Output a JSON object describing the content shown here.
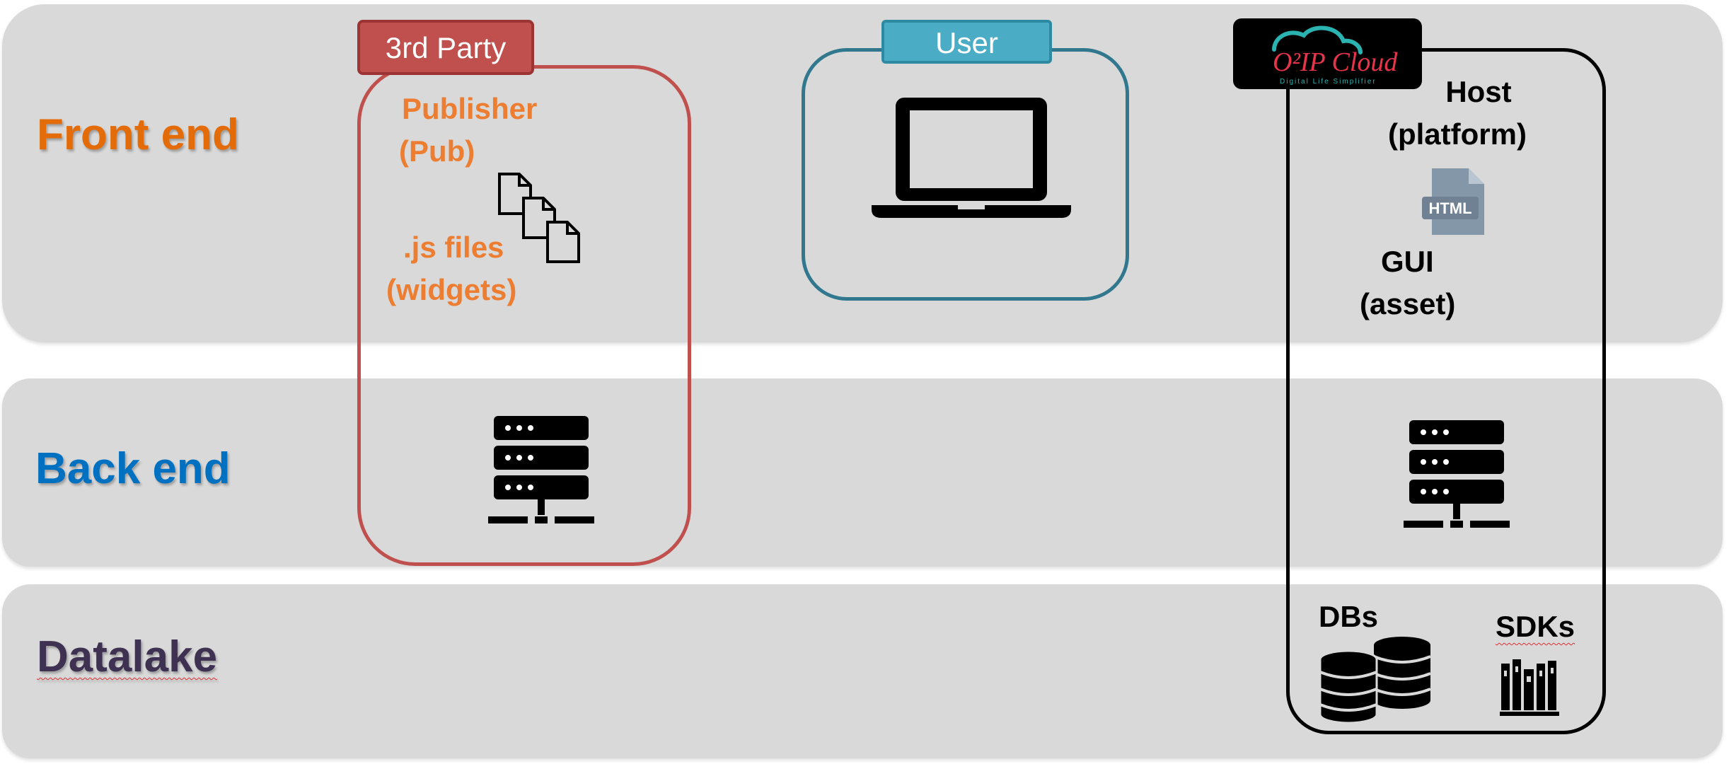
{
  "layers": {
    "front_end": "Front end",
    "back_end": "Back end",
    "datalake": "Datalake"
  },
  "colors": {
    "front_end": "#e36c09",
    "back_end": "#0070c0",
    "datalake": "#3f3151",
    "third_party": "#c0504d",
    "user": "#4bacc6",
    "publisher_text": "#ed7d31",
    "band": "#d9d9d9"
  },
  "third_party": {
    "tab_label": "3rd Party",
    "publisher": [
      "Publisher",
      "(Pub)"
    ],
    "js_files": [
      ".js files",
      "(widgets)"
    ]
  },
  "user": {
    "tab_label": "User"
  },
  "host": {
    "logo_brand": "O²IP Cloud",
    "logo_tagline": "Digital Life Simplifier",
    "label": [
      "Host",
      "(platform)"
    ],
    "html_badge": "HTML",
    "gui": [
      "GUI",
      "(asset)"
    ],
    "dbs": "DBs",
    "sdks": "SDKs"
  },
  "icons": {
    "laptop": "laptop-icon",
    "server": "server-icon",
    "files": "documents-icon",
    "html_file": "html-file-icon",
    "database": "database-icon",
    "library": "library-books-icon"
  }
}
